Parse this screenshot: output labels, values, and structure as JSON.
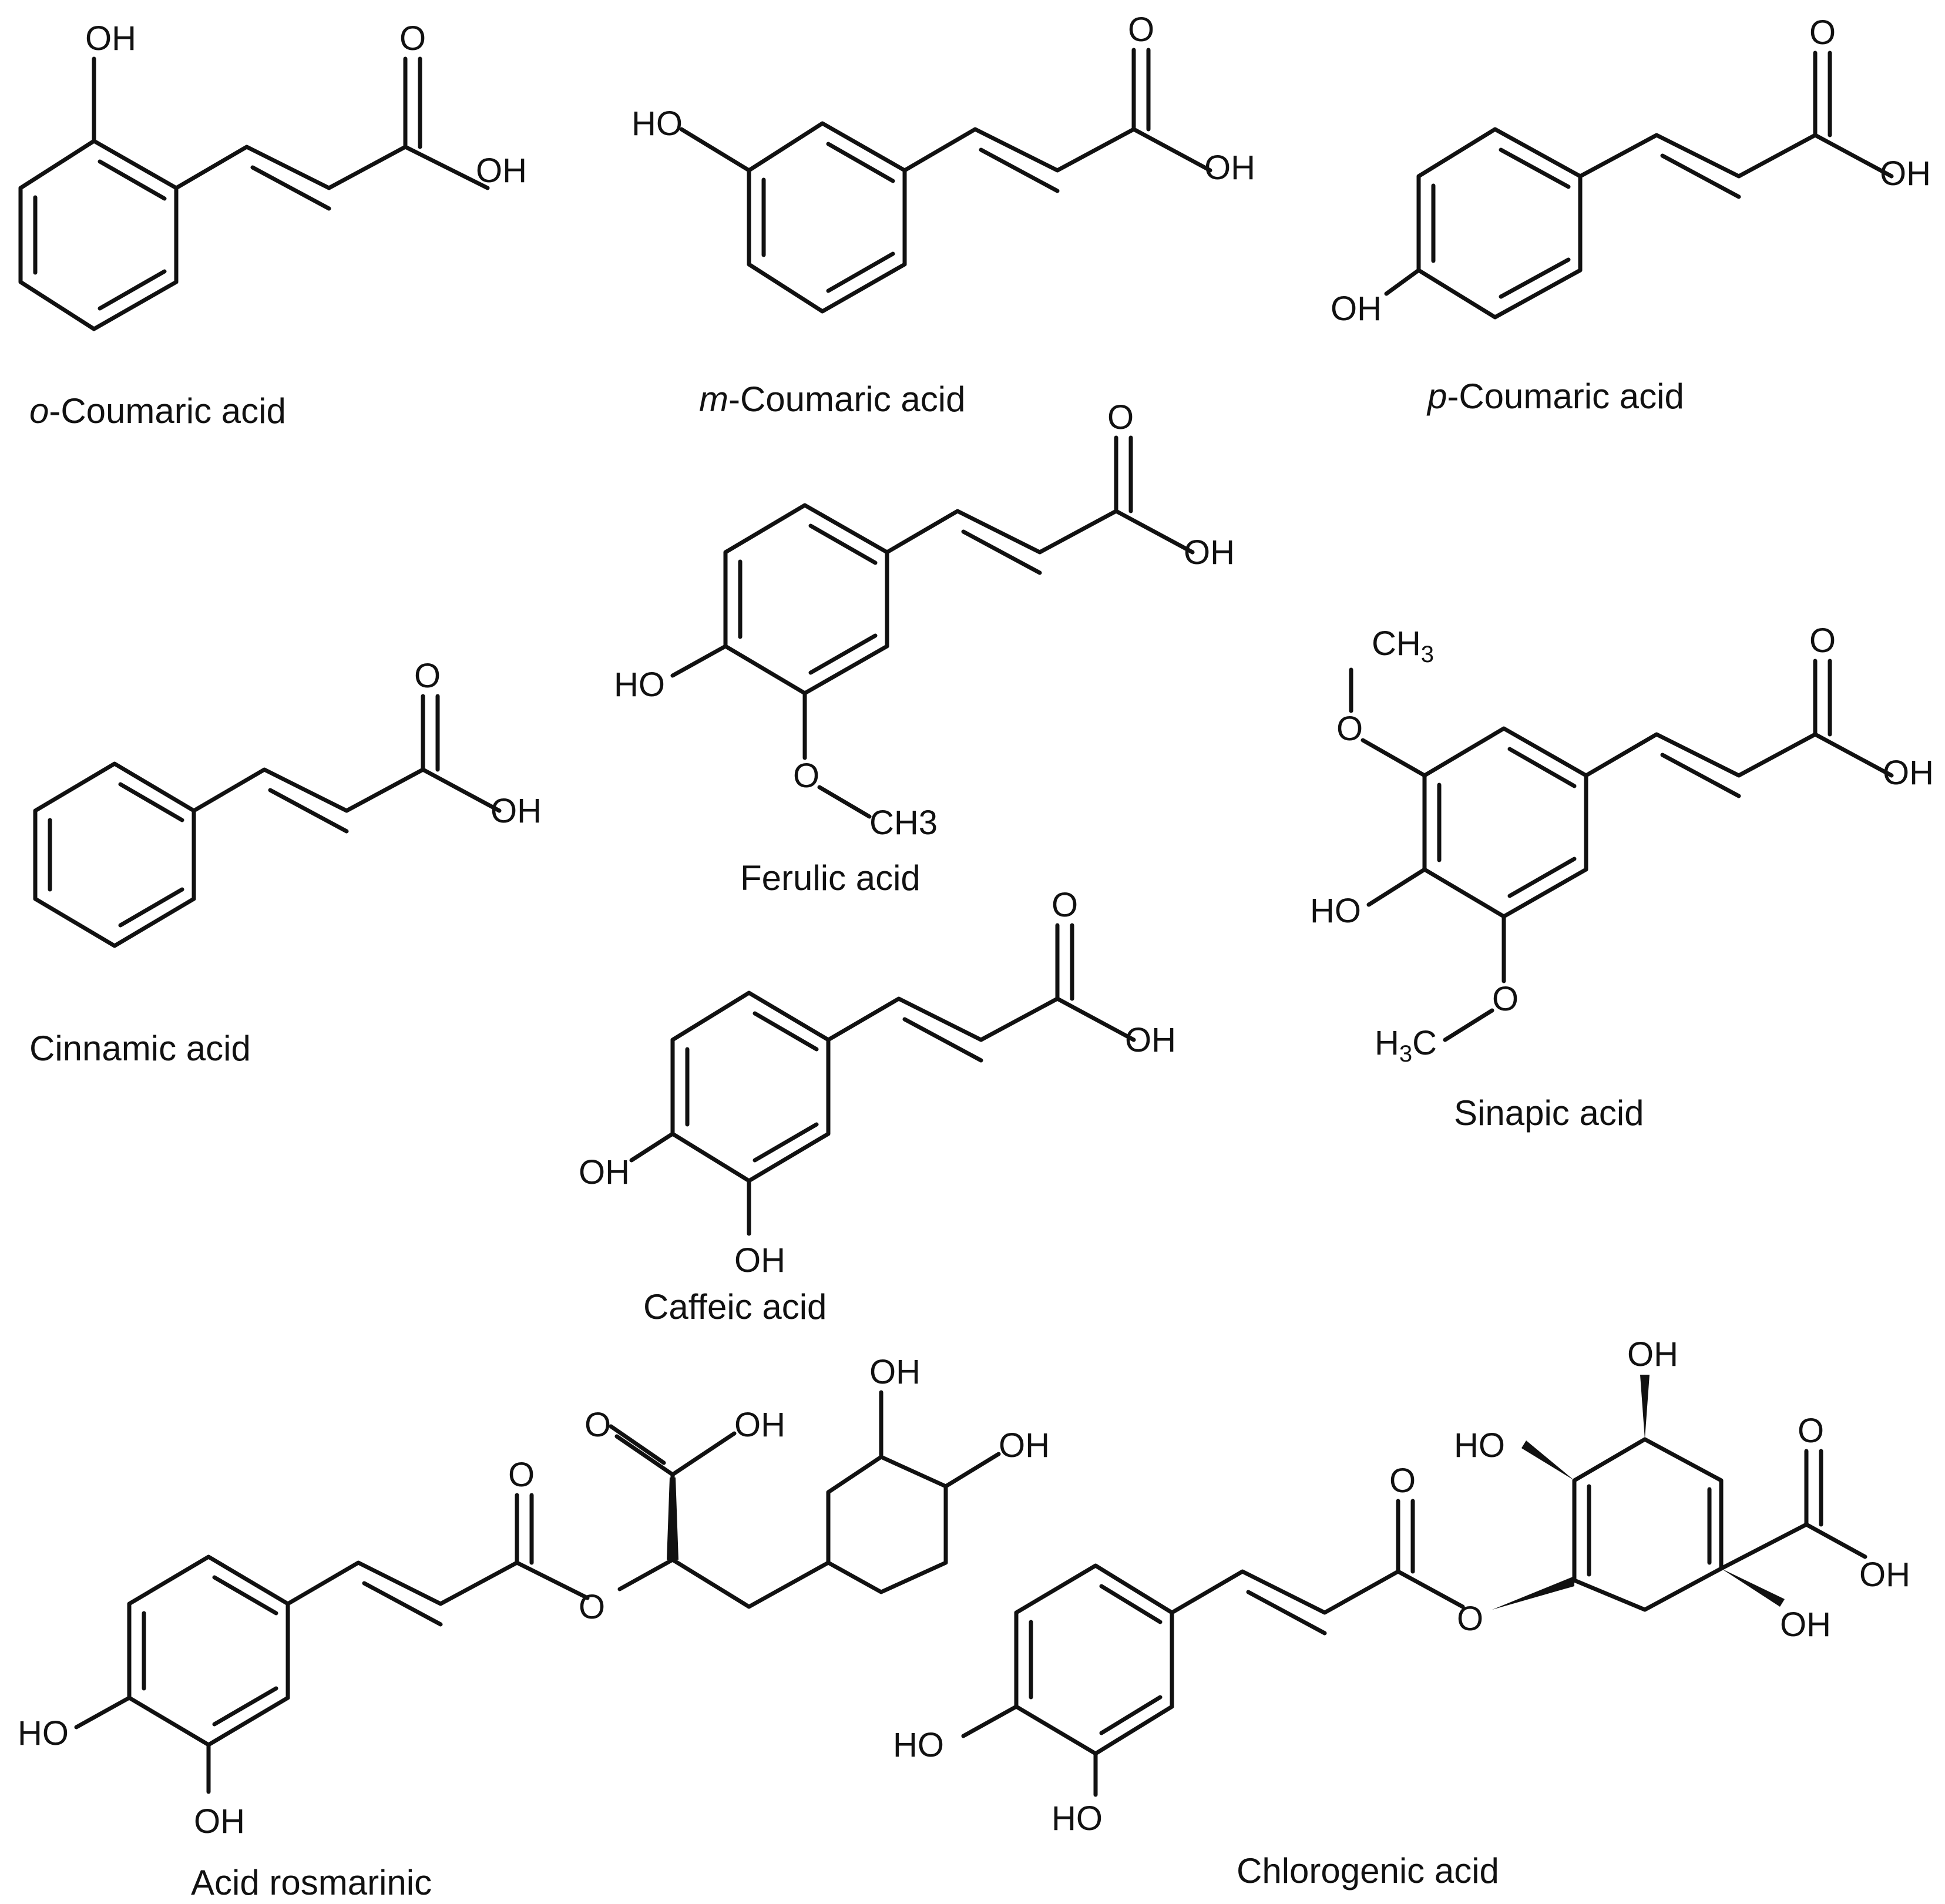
{
  "labels": {
    "oh": "OH",
    "ho": "HO",
    "o": "O",
    "ch3_main": "CH",
    "ch3_sub": "3",
    "ch3_plain": "CH3",
    "h3c_h": "H",
    "h3c_sub": "3",
    "h3c_c": "C"
  },
  "names": {
    "o_coumaric_prefix": "o",
    "o_coumaric_rest": "-Coumaric acid",
    "m_coumaric_prefix": "m",
    "m_coumaric_rest": "-Coumaric acid",
    "p_coumaric_prefix": "p",
    "p_coumaric_rest": "-Coumaric acid",
    "ferulic": "Ferulic acid",
    "cinnamic": "Cinnamic acid",
    "sinapic": "Sinapic acid",
    "caffeic": "Caffeic acid",
    "rosmarinic": "Acid rosmarinic",
    "chlorogenic": "Chlorogenic acid"
  }
}
